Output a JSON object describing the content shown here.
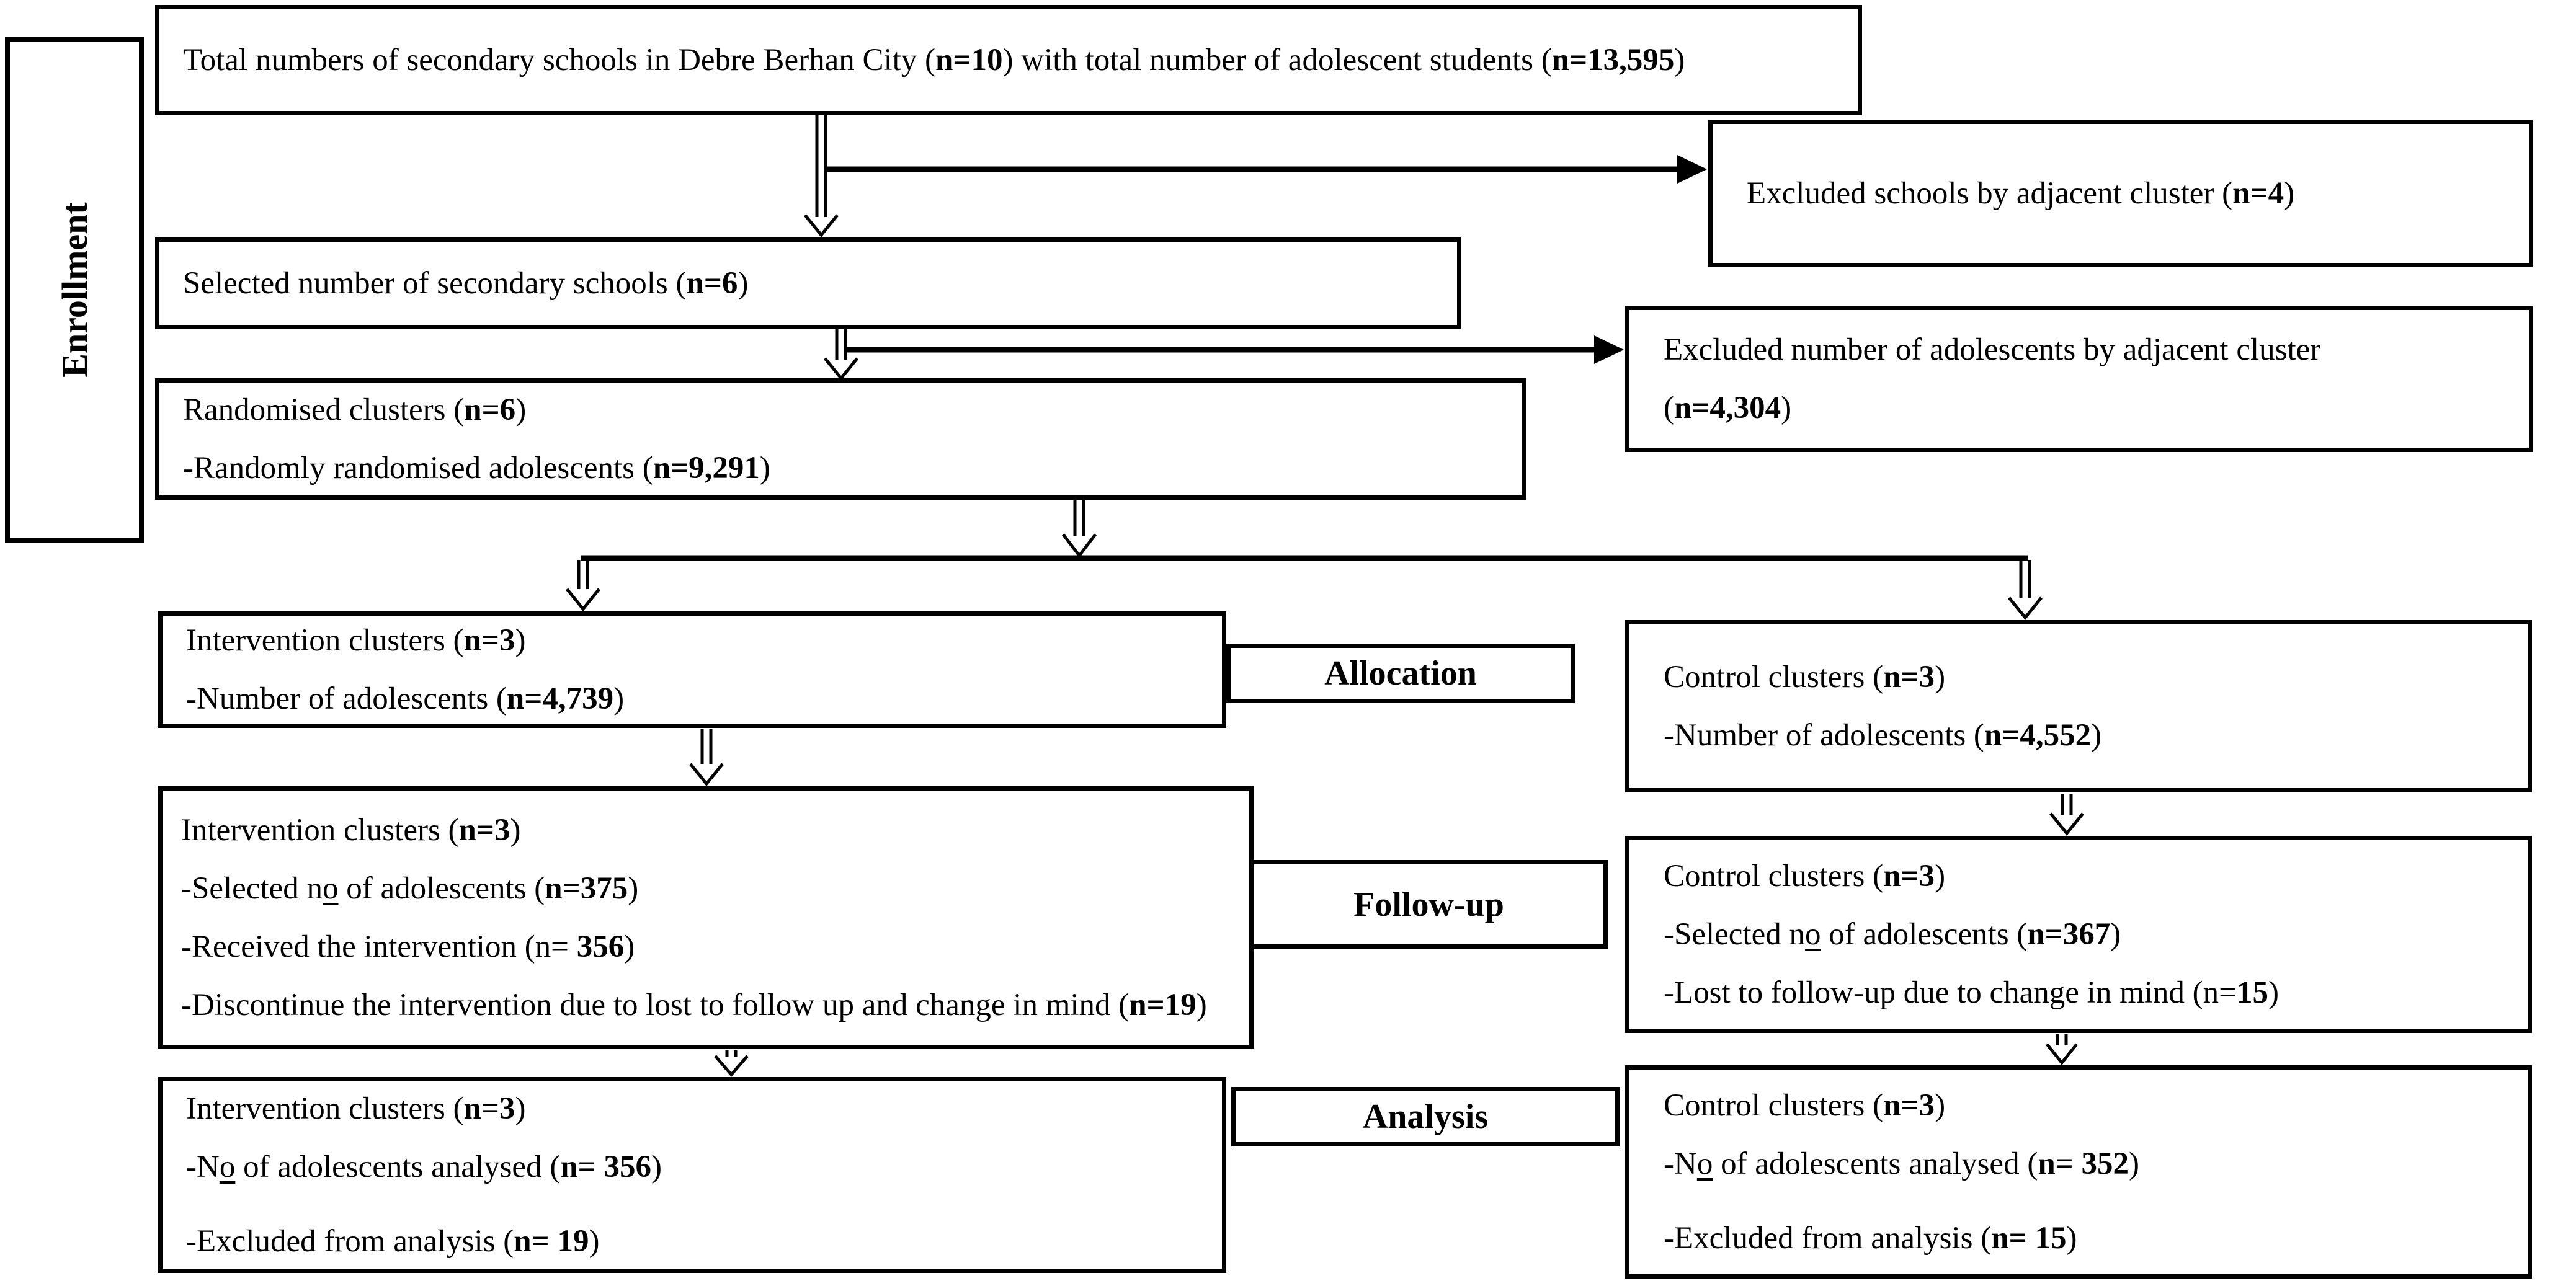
{
  "colors": {
    "ink": "#000000",
    "paper": "#ffffff"
  },
  "stages": {
    "enrollment": "Enrollment",
    "allocation": "Allocation",
    "followup": "Follow-up",
    "analysis": "Analysis"
  },
  "boxes": {
    "total": [
      [
        {
          "t": "Total numbers of secondary schools in Debre Berhan City ("
        },
        {
          "t": "n=10",
          "b": true
        },
        {
          "t": ") with total number of adolescent students ("
        },
        {
          "t": "n=13,595",
          "b": true
        },
        {
          "t": ")"
        }
      ]
    ],
    "excluded_schools": [
      [
        {
          "t": "Excluded schools by adjacent cluster ("
        },
        {
          "t": "n=4",
          "b": true
        },
        {
          "t": ")"
        }
      ]
    ],
    "selected_schools": [
      [
        {
          "t": "Selected number of secondary schools ("
        },
        {
          "t": "n=6",
          "b": true
        },
        {
          "t": ")"
        }
      ]
    ],
    "randomised": [
      [
        {
          "t": "Randomised clusters ("
        },
        {
          "t": "n=6",
          "b": true
        },
        {
          "t": ")"
        }
      ],
      [
        {
          "t": "-Randomly randomised adolescents ("
        },
        {
          "t": "n=9,291",
          "b": true
        },
        {
          "t": ")"
        }
      ]
    ],
    "excluded_adolescents": [
      [
        {
          "t": "Excluded number of adolescents by adjacent cluster"
        }
      ],
      [
        {
          "t": "("
        },
        {
          "t": "n=4,304",
          "b": true
        },
        {
          "t": ")"
        }
      ]
    ],
    "intervention_allocation": [
      [
        {
          "t": "Intervention clusters ("
        },
        {
          "t": "n=3",
          "b": true
        },
        {
          "t": ")"
        }
      ],
      [
        {
          "t": "-Number of adolescents ("
        },
        {
          "t": "n=4,739",
          "b": true
        },
        {
          "t": ")"
        }
      ]
    ],
    "control_allocation": [
      [
        {
          "t": "Control clusters ("
        },
        {
          "t": "n=3",
          "b": true
        },
        {
          "t": ")"
        }
      ],
      [
        {
          "t": "-Number of adolescents ("
        },
        {
          "t": "n=4,552",
          "b": true
        },
        {
          "t": ")"
        }
      ]
    ],
    "intervention_followup": [
      [
        {
          "t": "Intervention clusters ("
        },
        {
          "t": "n=3",
          "b": true
        },
        {
          "t": ")"
        }
      ],
      [
        {
          "t": "-Selected n"
        },
        {
          "t": "o",
          "u": true
        },
        {
          "t": " of adolescents ("
        },
        {
          "t": "n=375",
          "b": true
        },
        {
          "t": ")"
        }
      ],
      [
        {
          "t": "-Received the intervention (n= "
        },
        {
          "t": "356",
          "b": true
        },
        {
          "t": ")"
        }
      ],
      [
        {
          "t": "-Discontinue the intervention due to lost to follow up and change in mind ("
        },
        {
          "t": "n=19",
          "b": true
        },
        {
          "t": ")"
        }
      ]
    ],
    "control_followup": [
      [
        {
          "t": "Control clusters ("
        },
        {
          "t": "n=3",
          "b": true
        },
        {
          "t": ")"
        }
      ],
      [
        {
          "t": "-Selected n"
        },
        {
          "t": "o",
          "u": true
        },
        {
          "t": " of adolescents ("
        },
        {
          "t": "n=367",
          "b": true
        },
        {
          "t": ")"
        }
      ],
      [
        {
          "t": "-Lost to follow-up due to change in mind (n="
        },
        {
          "t": "15",
          "b": true
        },
        {
          "t": ")"
        }
      ]
    ],
    "intervention_analysis": [
      [
        {
          "t": "Intervention clusters ("
        },
        {
          "t": "n=3",
          "b": true
        },
        {
          "t": ")"
        }
      ],
      [
        {
          "t": "-N"
        },
        {
          "t": "o",
          "u": true
        },
        {
          "t": " of adolescents analysed ("
        },
        {
          "t": "n= 356",
          "b": true
        },
        {
          "t": ")"
        }
      ],
      [
        {
          "t": "-Excluded from analysis ("
        },
        {
          "t": "n= 19",
          "b": true
        },
        {
          "t": ")"
        }
      ]
    ],
    "control_analysis": [
      [
        {
          "t": "Control clusters ("
        },
        {
          "t": "n=3",
          "b": true
        },
        {
          "t": ")"
        }
      ],
      [
        {
          "t": "-N"
        },
        {
          "t": "o",
          "u": true
        },
        {
          "t": " of adolescents analysed ("
        },
        {
          "t": "n= 352",
          "b": true
        },
        {
          "t": ")"
        }
      ],
      [
        {
          "t": "-Excluded from analysis ("
        },
        {
          "t": "n= 15",
          "b": true
        },
        {
          "t": ")"
        }
      ]
    ]
  }
}
